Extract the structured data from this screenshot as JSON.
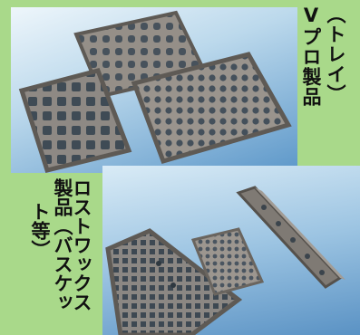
{
  "titles": {
    "v_product_col1": "Vプロ製品",
    "v_product_col2": "（トレイ）",
    "roast_wax_col1": "ロストワックス",
    "roast_wax_col2": "製品（バスケッ",
    "roast_wax_col3": "ト等）"
  },
  "colors": {
    "background": "#a9d98a",
    "tray_metal": "#8f8a84",
    "tray_dark": "#5e5a55"
  }
}
